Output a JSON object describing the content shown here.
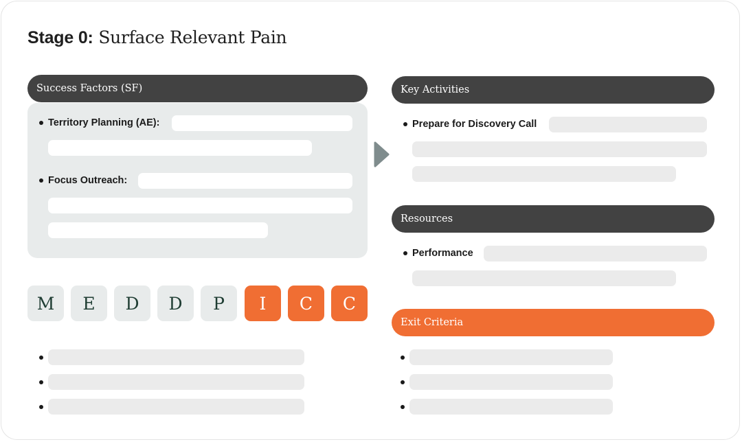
{
  "stage": {
    "prefix": "Stage 0:",
    "title": "Surface Relevant Pain"
  },
  "success_factors": {
    "header": "Success Factors (SF)",
    "items": [
      {
        "label": "Territory Planning (AE):"
      },
      {
        "label": "Focus Outreach:"
      }
    ]
  },
  "meddpicc": {
    "letters": [
      {
        "char": "M",
        "highlight": false
      },
      {
        "char": "E",
        "highlight": false
      },
      {
        "char": "D",
        "highlight": false
      },
      {
        "char": "D",
        "highlight": false
      },
      {
        "char": "P",
        "highlight": false
      },
      {
        "char": "I",
        "highlight": true
      },
      {
        "char": "C",
        "highlight": true
      },
      {
        "char": "C",
        "highlight": true
      }
    ]
  },
  "key_activities": {
    "header": "Key Activities",
    "item": "Prepare for Discovery Call"
  },
  "resources": {
    "header": "Resources",
    "item": "Performance"
  },
  "exit_criteria": {
    "header": "Exit Criteria"
  },
  "colors": {
    "dark_header": "#424242",
    "accent": "#f06e33",
    "panel": "#e8ebeb",
    "placeholder": "#ebebeb"
  }
}
